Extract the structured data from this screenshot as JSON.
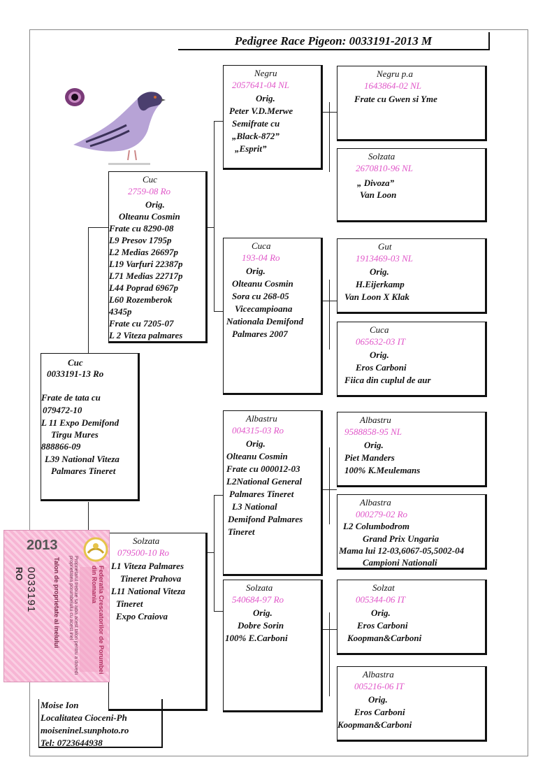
{
  "title": "Pedigree Race Pigeon: 0033191-2013 M",
  "colors": {
    "ring": "#e055c8",
    "card_pink": "#f7b5d4"
  },
  "subject": {
    "lines": [
      "Cuc",
      "0033191-13 Ro",
      "",
      "Frate de tata cu",
      "079472-10",
      "L 11 Expo Demifond",
      "Tirgu Mures",
      "888866-09",
      "L39 National Viteza",
      "Palmares Tineret"
    ]
  },
  "sire": {
    "color": "Cuc",
    "ring": "2759-08 Ro",
    "lines": [
      "Orig.",
      "Olteanu Cosmin",
      "Frate cu 8290-08",
      "L9 Presov 1795p",
      "L2 Medias 26697p",
      "L19 Varfuri 22387p",
      "L71 Medias 22717p",
      "L44 Poprad 6967p",
      "L60 Rozemberok",
      "4345p",
      "Frate cu 7205-07",
      "L 2 Viteza palmares"
    ]
  },
  "dam": {
    "color": "Solzata",
    "ring": "079500-10 Ro",
    "lines": [
      "L1 Viteza Palmares",
      "Tineret Prahova",
      "L11 National Viteza",
      "Tineret",
      "Expo Craiova"
    ]
  },
  "grandparents": [
    {
      "color": "Negru",
      "ring": "2057641-04 NL",
      "lines": [
        "Orig.",
        "Peter V.D.Merwe",
        "Semifrate cu",
        "„Black-872”",
        "„Esprit”"
      ]
    },
    {
      "color": "Cuca",
      "ring": "193-04 Ro",
      "lines": [
        "Orig.",
        "Olteanu Cosmin",
        "Sora cu 268-05",
        "Vicecampioana",
        "Nationala Demifond",
        "Palmares 2007"
      ]
    },
    {
      "color": "Albastru",
      "ring": "004315-03 Ro",
      "lines": [
        "Orig.",
        "Olteanu Cosmin",
        "Frate cu 000012-03",
        "L2National General",
        "Palmares Tineret",
        "L3 National",
        "Demifond Palmares",
        "Tineret"
      ]
    },
    {
      "color": "Solzata",
      "ring": "540684-97 Ro",
      "lines": [
        "Orig.",
        "Dobre Sorin",
        "100% E.Carboni"
      ]
    }
  ],
  "great_grandparents": [
    {
      "color": "Negru p.a",
      "ring": "1643864-02 NL",
      "lines": [
        "Frate cu Gwen si Yme"
      ]
    },
    {
      "color": "Solzata",
      "ring": "2670810-96 NL",
      "lines": [
        "„ Divoza”",
        "Van Loon"
      ]
    },
    {
      "color": "Gut",
      "ring": "1913469-03 NL",
      "lines": [
        "Orig.",
        "H.Eijerkamp",
        "Van Loon X Klak"
      ]
    },
    {
      "color": "Cuca",
      "ring": "065632-03 IT",
      "lines": [
        "Orig.",
        "Eros Carboni",
        "Fiica din cuplul de aur"
      ]
    },
    {
      "color": "Albastru",
      "ring": "9588858-95 NL",
      "lines": [
        "Orig.",
        "Piet Manders",
        "100% K.Meulemans"
      ]
    },
    {
      "color": "Albastra",
      "ring": "000279-02 Ro",
      "lines": [
        "L2 Columbodrom",
        "Grand Prix Ungaria",
        "Mama lui 12-03,6067-05,5002-04",
        "Campioni Nationali"
      ]
    },
    {
      "color": "Solzat",
      "ring": "005344-06 IT",
      "lines": [
        "Orig.",
        "Eros Carboni",
        "Koopman&Carboni"
      ]
    },
    {
      "color": "Albastra",
      "ring": "005216-06 IT",
      "lines": [
        "Orig.",
        "Eros Carboni",
        "Koopman&Carboni"
      ]
    }
  ],
  "breeder": {
    "name": "Moise Ion",
    "locality": "Localitatea Cioceni-Ph",
    "website": "moiseninel.sunphoto.ro",
    "phone": "Tel: 0723644938"
  },
  "ring_card": {
    "year": "2013",
    "country": "RO",
    "number": "0033191",
    "title": "Talon de proprietate al inelului",
    "federation": "Federatia Crescatorilor de Porumbei din Romania",
    "note": "Proprietarul trebuie sa aiba acest talon pentru a dovedi proprietatea porumbelului cu acest inel"
  },
  "photo_icons": [
    "pigeon-eye-photo",
    "pigeon-photo"
  ]
}
